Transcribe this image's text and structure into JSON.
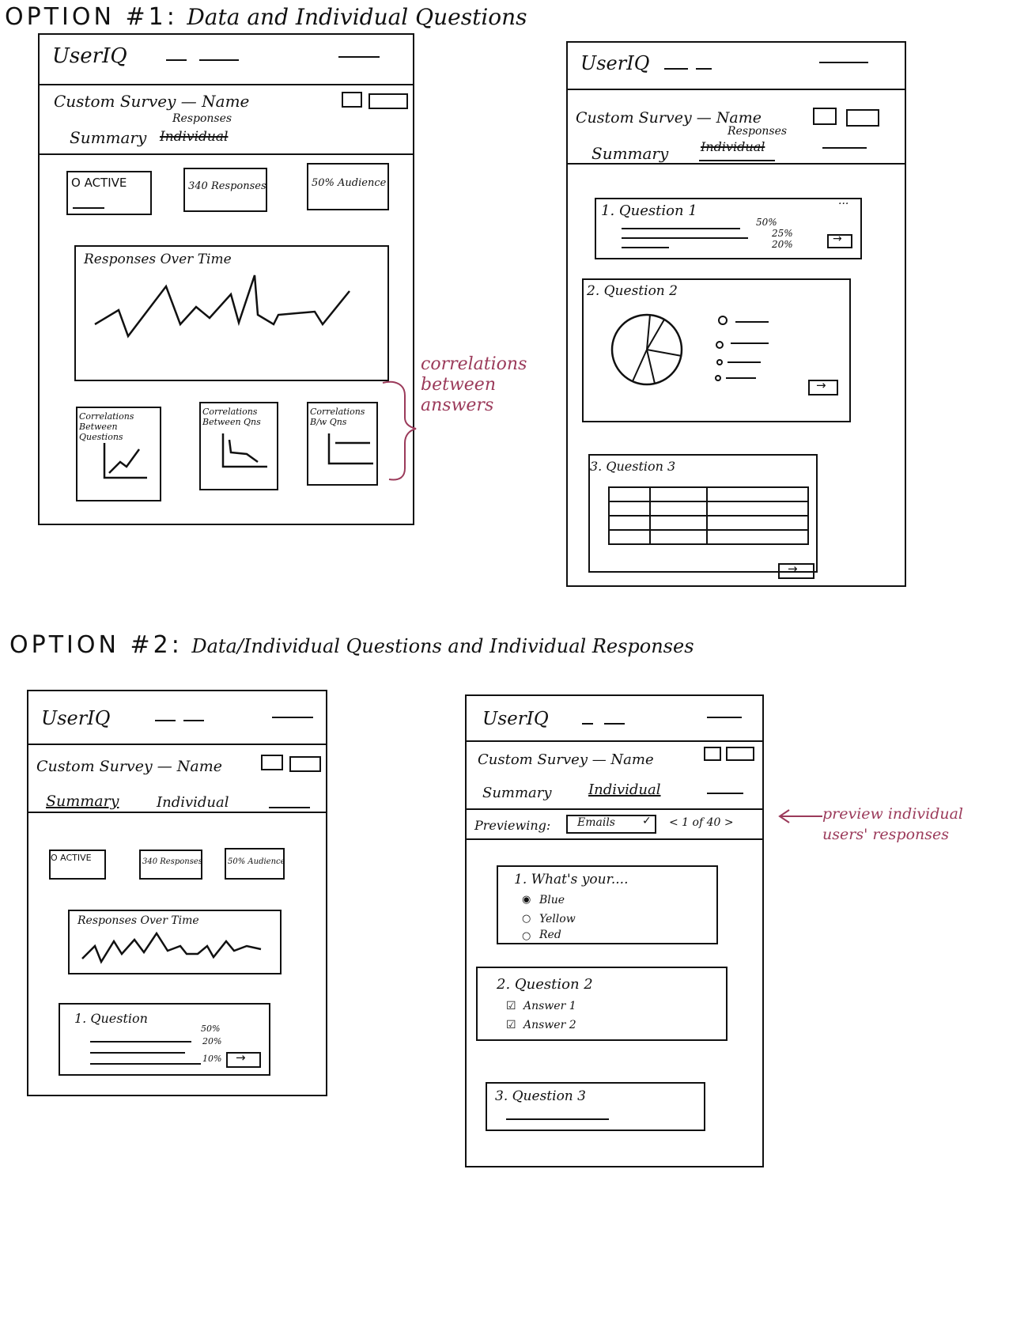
{
  "option1": {
    "label": "OPTION #1:",
    "subtitle": "Data and Individual Questions",
    "note": "correlations between answers",
    "wireframes": [
      {
        "brand": "UserIQ",
        "survey_title": "Custom Survey — Name",
        "tab_summary": "Summary",
        "tab_individual": "Individual",
        "tab_responses": "Responses",
        "stats": [
          "O ACTIVE",
          "340 Responses",
          "50% Audience"
        ],
        "chart_title": "Responses Over Time",
        "correlations": [
          "Correlations Between Questions",
          "Correlations Between Qns",
          "Correlations B/w Qns"
        ]
      },
      {
        "brand": "UserIQ",
        "survey_title": "Custom Survey — Name",
        "tab_summary": "Summary",
        "tab_individual": "Individual",
        "tab_responses": "Responses",
        "q1": "1. Question 1",
        "q1_pcts": [
          "50%",
          "25%",
          "20%"
        ],
        "q2": "2. Question 2",
        "q3": "3. Question 3"
      }
    ]
  },
  "option2": {
    "label": "OPTION #2:",
    "subtitle": "Data/Individual Questions and Individual Responses",
    "note": "preview individual users' responses",
    "wireframes": [
      {
        "brand": "UserIQ",
        "survey_title": "Custom Survey — Name",
        "tab_summary": "Summary",
        "tab_individual": "Individual",
        "stats": [
          "O ACTIVE",
          "340 Responses",
          "50% Audience"
        ],
        "chart_title": "Responses Over Time",
        "q1": "1. Question",
        "q1_pcts": [
          "50%",
          "20%",
          "10%"
        ]
      },
      {
        "brand": "UserIQ",
        "survey_title": "Custom Survey — Name",
        "tab_summary": "Summary",
        "tab_individual": "Individual",
        "previewing_label": "Previewing:",
        "previewing_value": "Emails",
        "pager": "< 1 of 40 >",
        "q1": "1. What's your....",
        "q1_options": [
          "Blue",
          "Yellow",
          "Red"
        ],
        "q2": "2. Question 2",
        "q2_options": [
          "Answer 1",
          "Answer 2"
        ],
        "q3": "3. Question 3"
      }
    ]
  }
}
